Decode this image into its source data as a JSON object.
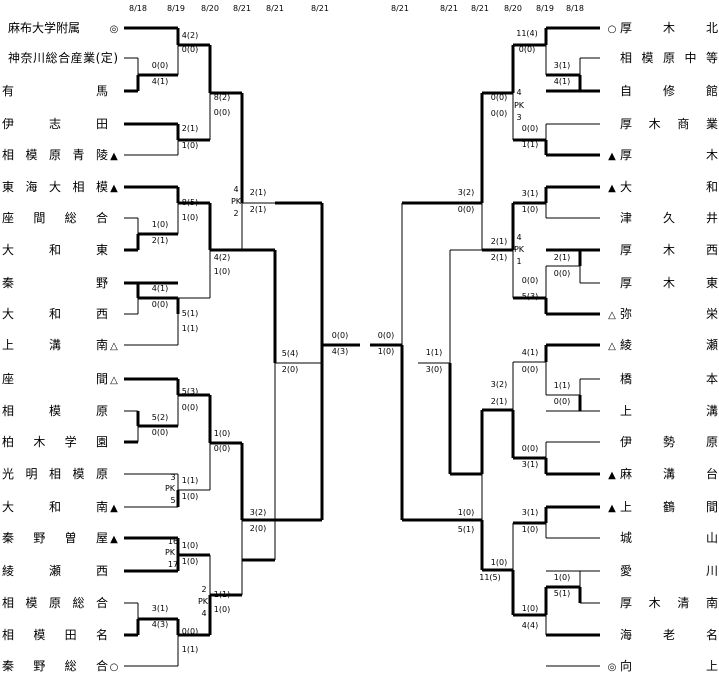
{
  "dates_left": [
    "8/18",
    "8/19",
    "8/20",
    "8/21",
    "8/21",
    "8/21"
  ],
  "dates_right": [
    "8/21",
    "8/21",
    "8/21",
    "8/20",
    "8/19",
    "8/18"
  ],
  "left_teams": [
    {
      "name": "麻布大学附属",
      "mark": "◎",
      "spread": false
    },
    {
      "name": "神奈川総合産業(定)",
      "mark": "",
      "spread": false
    },
    {
      "name": "有馬",
      "mark": "",
      "spread": true
    },
    {
      "name": "伊志田",
      "mark": "",
      "spread": true
    },
    {
      "name": "相模原青陵",
      "mark": "▲",
      "spread": true
    },
    {
      "name": "東海大相模",
      "mark": "▲",
      "spread": true
    },
    {
      "name": "座間総合",
      "mark": "",
      "spread": true
    },
    {
      "name": "大和東",
      "mark": "",
      "spread": true
    },
    {
      "name": "秦野",
      "mark": "",
      "spread": true
    },
    {
      "name": "大和西",
      "mark": "",
      "spread": true
    },
    {
      "name": "上溝南",
      "mark": "△",
      "spread": true
    },
    {
      "name": "座間",
      "mark": "△",
      "spread": true
    },
    {
      "name": "相模原",
      "mark": "",
      "spread": true
    },
    {
      "name": "柏木学園",
      "mark": "",
      "spread": true
    },
    {
      "name": "光明相模原",
      "mark": "",
      "spread": true
    },
    {
      "name": "大和南",
      "mark": "▲",
      "spread": true
    },
    {
      "name": "秦野曽屋",
      "mark": "▲",
      "spread": true
    },
    {
      "name": "綾瀬西",
      "mark": "",
      "spread": true
    },
    {
      "name": "相模原総合",
      "mark": "",
      "spread": true
    },
    {
      "name": "相模田名",
      "mark": "",
      "spread": true
    },
    {
      "name": "秦野総合",
      "mark": "○",
      "spread": true
    }
  ],
  "right_teams": [
    {
      "name": "厚木北",
      "mark": "○",
      "spread": true
    },
    {
      "name": "相模原中等",
      "mark": "",
      "spread": true
    },
    {
      "name": "自修館",
      "mark": "",
      "spread": true
    },
    {
      "name": "厚木商業",
      "mark": "",
      "spread": true
    },
    {
      "name": "厚木",
      "mark": "▲",
      "spread": true
    },
    {
      "name": "大和",
      "mark": "▲",
      "spread": true
    },
    {
      "name": "津久井",
      "mark": "",
      "spread": true
    },
    {
      "name": "厚木西",
      "mark": "",
      "spread": true
    },
    {
      "name": "厚木東",
      "mark": "",
      "spread": true
    },
    {
      "name": "弥栄",
      "mark": "△",
      "spread": true
    },
    {
      "name": "綾瀬",
      "mark": "△",
      "spread": true
    },
    {
      "name": "橋本",
      "mark": "",
      "spread": true
    },
    {
      "name": "上溝",
      "mark": "",
      "spread": true
    },
    {
      "name": "伊勢原",
      "mark": "",
      "spread": true
    },
    {
      "name": "麻溝台",
      "mark": "▲",
      "spread": true
    },
    {
      "name": "上鶴間",
      "mark": "▲",
      "spread": true
    },
    {
      "name": "城山",
      "mark": "",
      "spread": true
    },
    {
      "name": "愛川",
      "mark": "",
      "spread": true
    },
    {
      "name": "厚木清南",
      "mark": "",
      "spread": true
    },
    {
      "name": "海老名",
      "mark": "",
      "spread": true
    },
    {
      "name": "向上",
      "mark": "◎",
      "spread": true
    }
  ],
  "scores": [
    "4(2)",
    "0(0)",
    "0(0)",
    "4(1)",
    "8(2)",
    "0(0)",
    "2(1)",
    "1(0)",
    "4",
    "PK",
    "2",
    "2(1)",
    "2(1)",
    "8(5)",
    "1(0)",
    "1(0)",
    "2(1)",
    "4(2)",
    "1(0)",
    "4(1)",
    "0(0)",
    "5(1)",
    "1(1)",
    "5(4)",
    "2(0)",
    "5(3)",
    "0(0)",
    "5(2)",
    "0(0)",
    "1(0)",
    "0(0)",
    "3",
    "PK",
    "5",
    "1(1)",
    "1(0)",
    "3(2)",
    "2(0)",
    "16",
    "PK",
    "17",
    "1(0)",
    "1(0)",
    "2",
    "PK",
    "4",
    "1(1)",
    "1(0)",
    "3(1)",
    "4(3)",
    "0(0)",
    "1(1)",
    "0(0)",
    "4(3)",
    "0(0)",
    "1(0)",
    "11(4)",
    "0(0)",
    "3(1)",
    "4(1)",
    "0(0)",
    "0(0)",
    "4",
    "PK",
    "3",
    "0(0)",
    "1(1)",
    "3(2)",
    "0(0)",
    "3(1)",
    "1(0)",
    "4",
    "PK",
    "1",
    "2(1)",
    "2(1)",
    "2(1)",
    "0(0)",
    "0(0)",
    "5(3)",
    "1(1)",
    "3(0)",
    "4(1)",
    "0(0)",
    "1(1)",
    "0(0)",
    "3(2)",
    "2(1)",
    "0(0)",
    "3(1)",
    "1(0)",
    "5(1)",
    "3(1)",
    "1(0)",
    "1(0)",
    "11(5)",
    "1(0)",
    "5(1)",
    "1(0)",
    "4(4)"
  ]
}
